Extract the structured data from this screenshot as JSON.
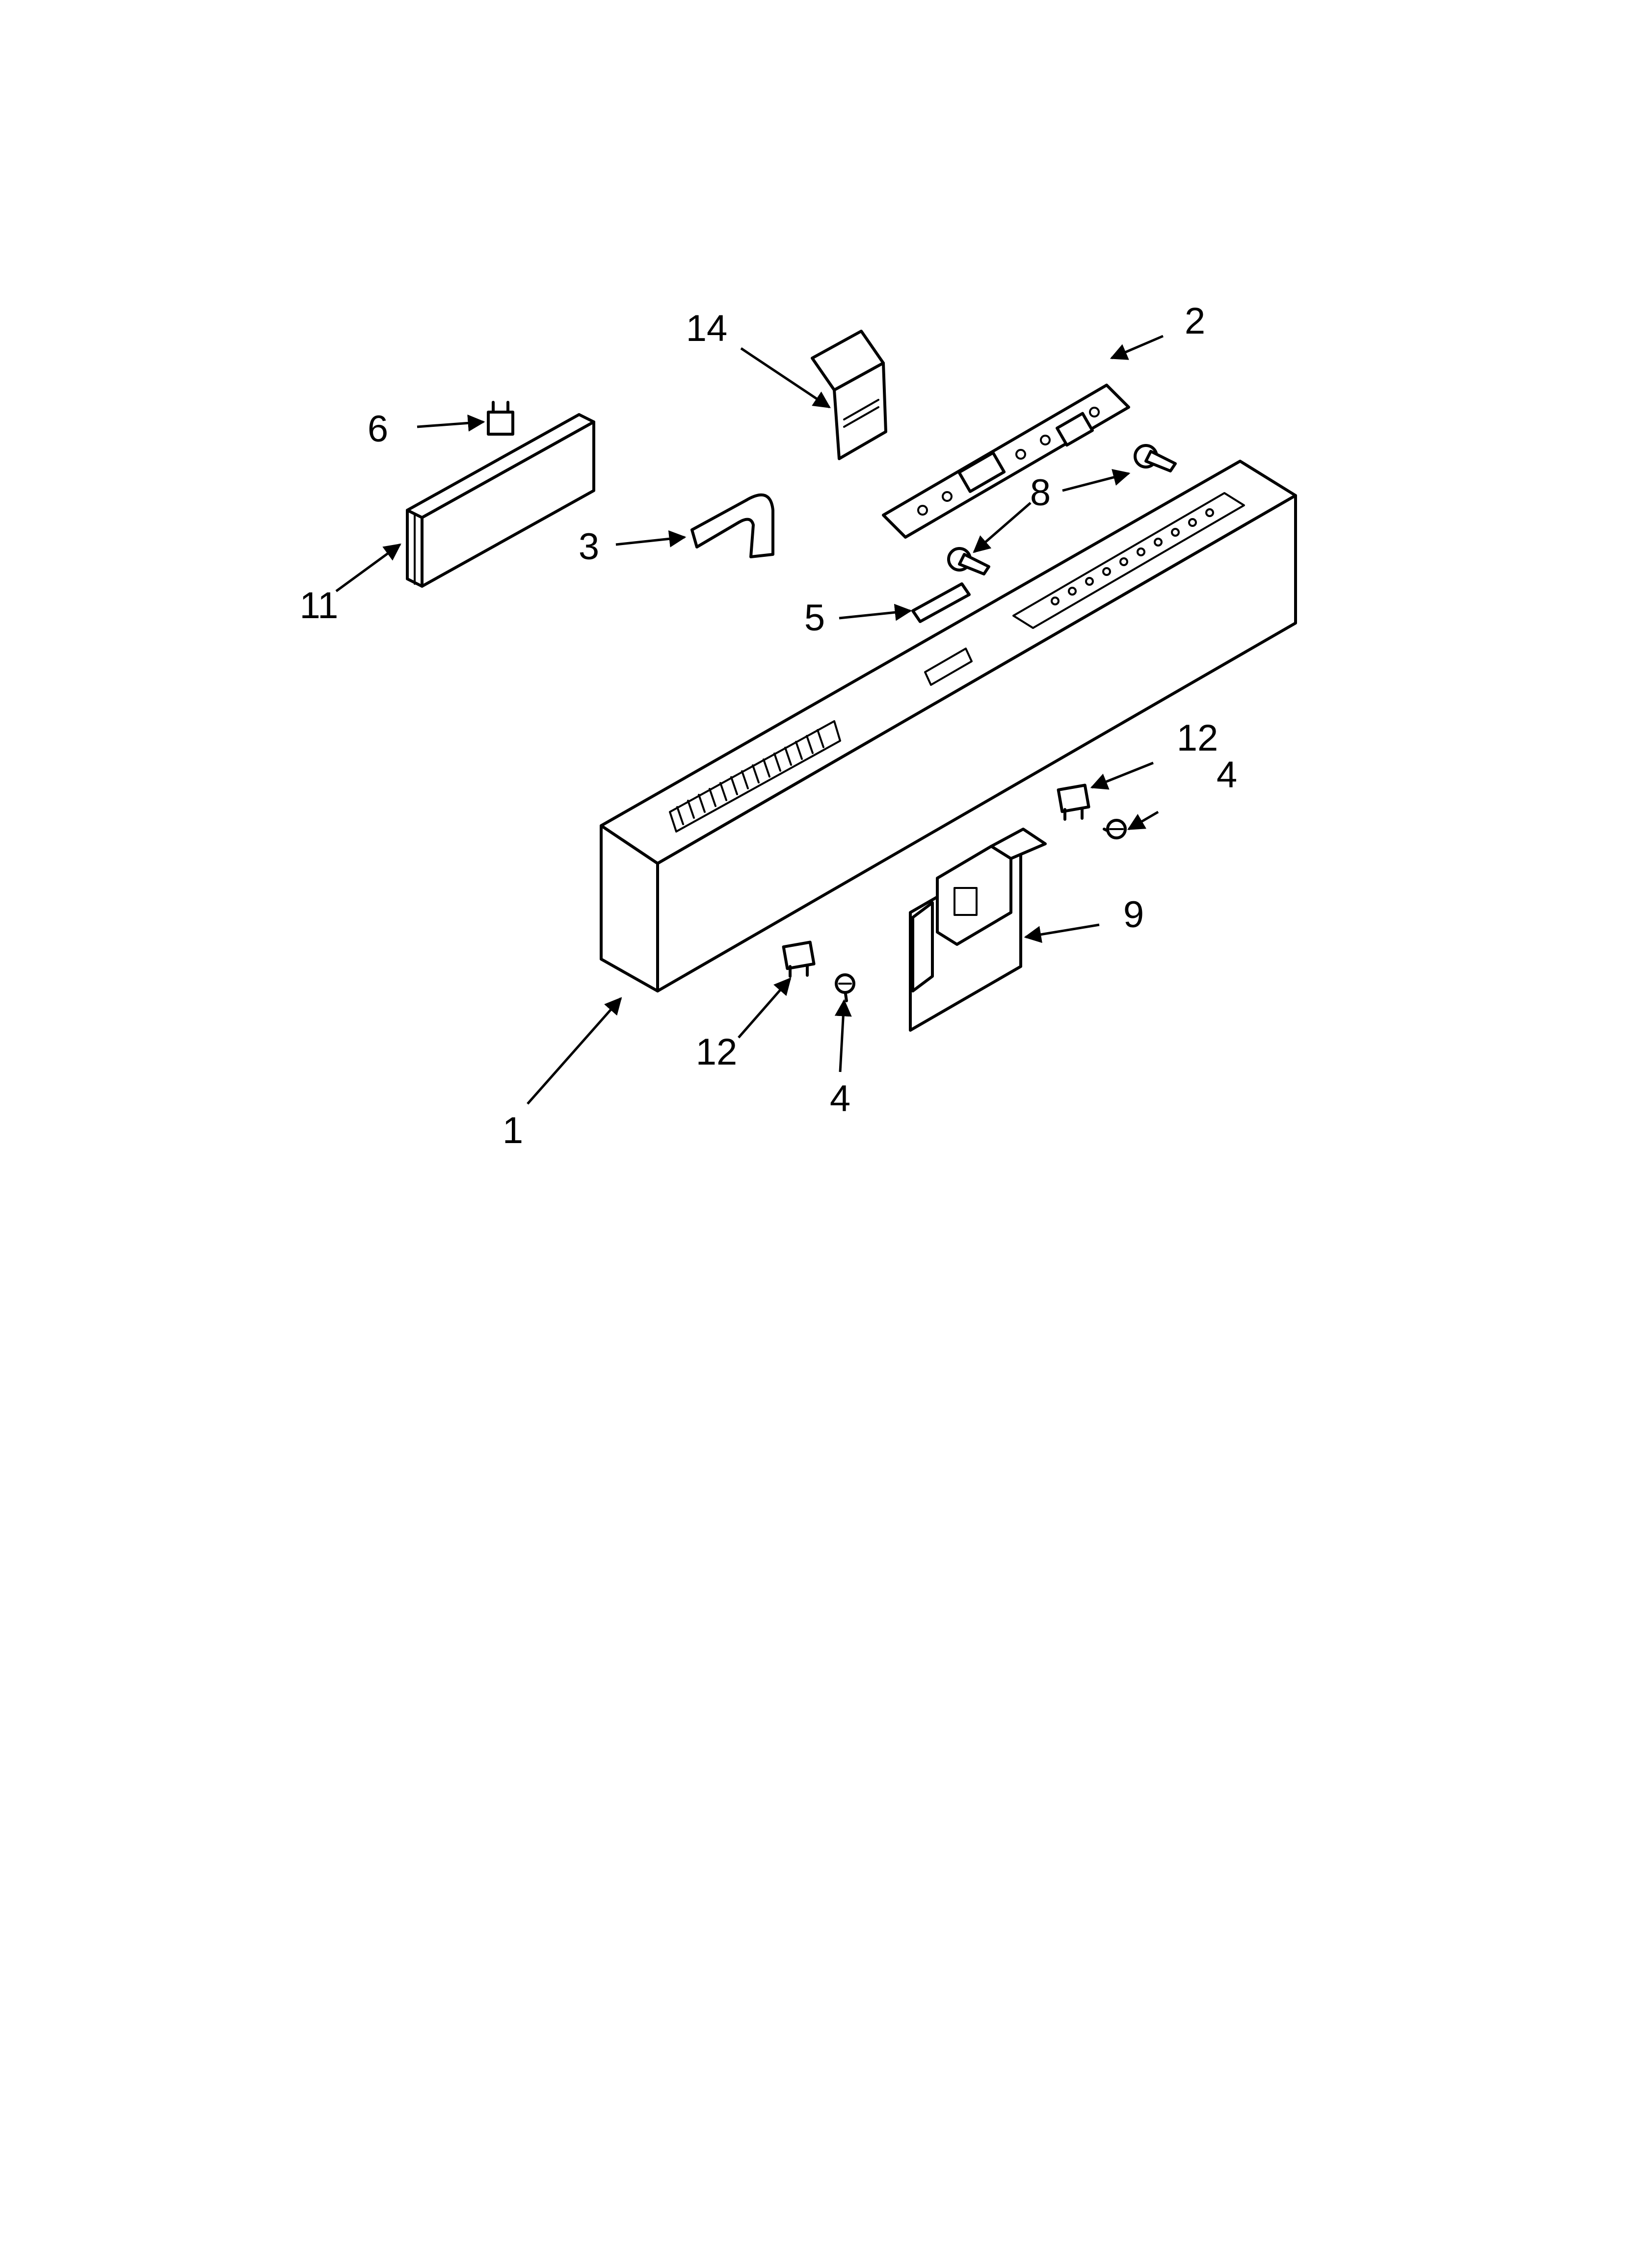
{
  "callouts": {
    "c1": "1",
    "c2": "2",
    "c3": "3",
    "c4a": "4",
    "c4b": "4",
    "c5": "5",
    "c6": "6",
    "c8": "8",
    "c9": "9",
    "c11": "11",
    "c12a": "12",
    "c12b": "12",
    "c14": "14"
  }
}
